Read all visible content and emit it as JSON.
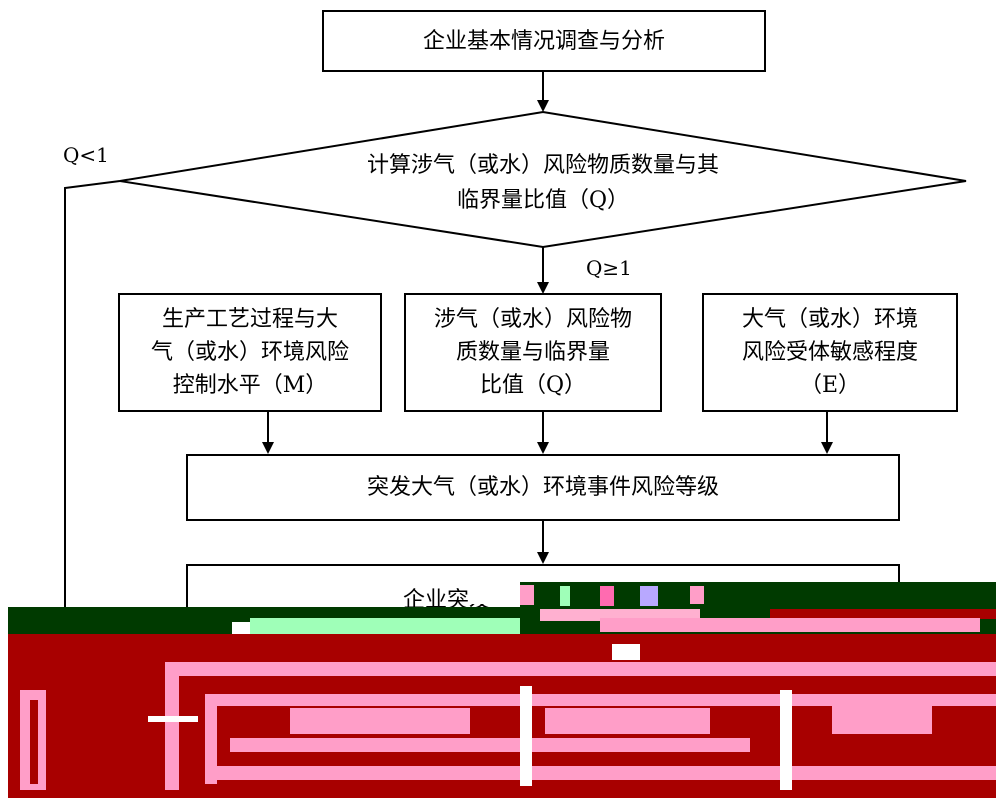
{
  "flowchart": {
    "step_survey": "企业基本情况调查与分析",
    "decision_q": "计算涉气（或水）风险物质数量与其\n临界量比值（Q）",
    "edge_q_less_than_1": "Q<1",
    "edge_q_at_least_1": "Q≥1",
    "factor_m": "生产工艺过程与大\n气（或水）环境风险\n控制水平（M）",
    "factor_q": "涉气（或水）风险物\n质数量与临界量\n比值（Q）",
    "factor_e": "大气（或水）环境\n风险受体敏感程度\n（E）",
    "risk_level": "突发大气（或水）环境事件风险等级",
    "partial_box": "企业突发"
  },
  "colors": {
    "line": "#000000",
    "corruption_red": "#a80000",
    "corruption_dark_green": "#003a00",
    "corruption_pink": "#ff9ec8"
  }
}
